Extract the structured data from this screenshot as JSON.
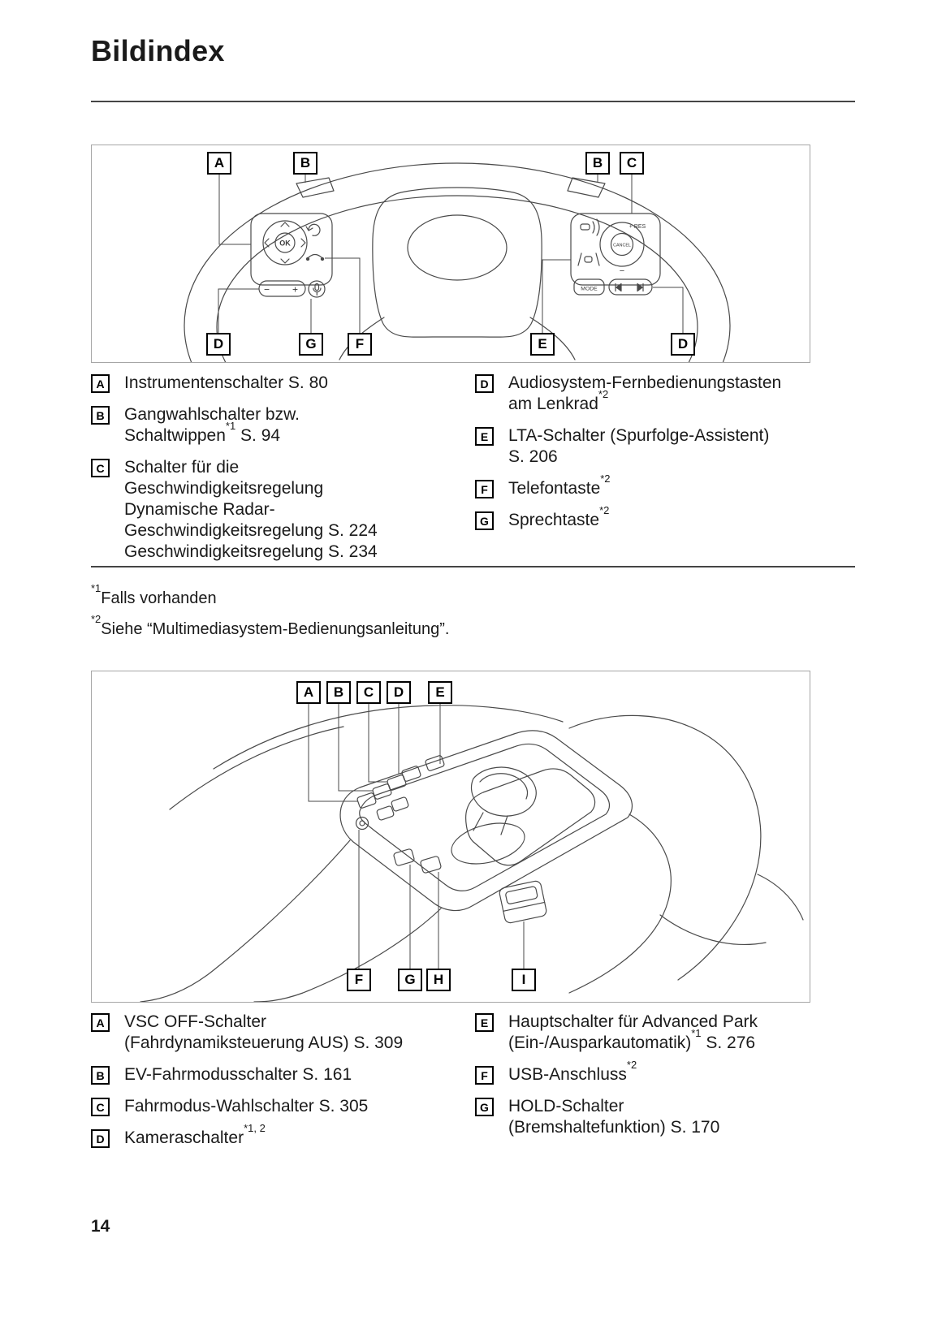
{
  "page": {
    "title": "Bildindex",
    "page_number": "14"
  },
  "figure1": {
    "callouts": [
      "A",
      "B",
      "B",
      "C",
      "D",
      "G",
      "F",
      "E",
      "D"
    ],
    "labels": {
      "ok": "OK",
      "cancel": "CANCEL",
      "res": "+ RES",
      "set_minus": "−",
      "vol_minus": "−",
      "vol_plus": "+",
      "mode": "MODE"
    },
    "legend_left": [
      {
        "key": "A",
        "lines": [
          [
            {
              "t": "Instrumentenschalter S. 80"
            }
          ]
        ]
      },
      {
        "key": "B",
        "lines": [
          [
            {
              "t": "Gangwahlschalter bzw."
            }
          ],
          [
            {
              "t": "Schaltwippen"
            },
            {
              "sup": "*1"
            },
            {
              "t": " S. 94"
            }
          ]
        ]
      },
      {
        "key": "C",
        "lines": [
          [
            {
              "t": "Schalter für die"
            }
          ],
          [
            {
              "t": "Geschwindigkeitsregelung"
            }
          ],
          [
            {
              "t": "Dynamische Radar-"
            }
          ],
          [
            {
              "t": "Geschwindigkeitsregelung S. 224"
            }
          ],
          [
            {
              "t": "Geschwindigkeitsregelung S. 234"
            }
          ]
        ]
      }
    ],
    "legend_right": [
      {
        "key": "D",
        "lines": [
          [
            {
              "t": "Audiosystem-Fernbedienungstasten"
            }
          ],
          [
            {
              "t": "am Lenkrad"
            },
            {
              "sup": "*2"
            }
          ]
        ]
      },
      {
        "key": "E",
        "lines": [
          [
            {
              "t": "LTA-Schalter (Spurfolge-Assistent)"
            }
          ],
          [
            {
              "t": "S. 206"
            }
          ]
        ]
      },
      {
        "key": "F",
        "lines": [
          [
            {
              "t": "Telefontaste"
            },
            {
              "sup": "*2"
            }
          ]
        ]
      },
      {
        "key": "G",
        "lines": [
          [
            {
              "t": "Sprechtaste"
            },
            {
              "sup": "*2"
            }
          ]
        ]
      }
    ]
  },
  "footnotes": [
    {
      "marker": "*1",
      "text": "Falls vorhanden"
    },
    {
      "marker": "*2",
      "text": "Siehe “Multimediasystem-Bedienungsanleitung”."
    }
  ],
  "figure2": {
    "callouts": [
      "A",
      "B",
      "C",
      "D",
      "E",
      "F",
      "G",
      "H",
      "I"
    ],
    "legend_left": [
      {
        "key": "A",
        "lines": [
          [
            {
              "t": "VSC OFF-Schalter"
            }
          ],
          [
            {
              "t": "(Fahrdynamiksteuerung AUS) S. 309"
            }
          ]
        ]
      },
      {
        "key": "B",
        "lines": [
          [
            {
              "t": "EV-Fahrmodusschalter S. 161"
            }
          ]
        ]
      },
      {
        "key": "C",
        "lines": [
          [
            {
              "t": "Fahrmodus-Wahlschalter S. 305"
            }
          ]
        ]
      },
      {
        "key": "D",
        "lines": [
          [
            {
              "t": "Kameraschalter"
            },
            {
              "sup": "*1, 2"
            }
          ]
        ]
      }
    ],
    "legend_right": [
      {
        "key": "E",
        "lines": [
          [
            {
              "t": "Hauptschalter für Advanced Park"
            }
          ],
          [
            {
              "t": "(Ein-/Ausparkautomatik)"
            },
            {
              "sup": "*1"
            },
            {
              "t": " S. 276"
            }
          ]
        ]
      },
      {
        "key": "F",
        "lines": [
          [
            {
              "t": "USB-Anschluss"
            },
            {
              "sup": "*2"
            }
          ]
        ]
      },
      {
        "key": "G",
        "lines": [
          [
            {
              "t": "HOLD-Schalter"
            }
          ],
          [
            {
              "t": "(Bremshaltefunktion) S. 170"
            }
          ]
        ]
      }
    ]
  }
}
